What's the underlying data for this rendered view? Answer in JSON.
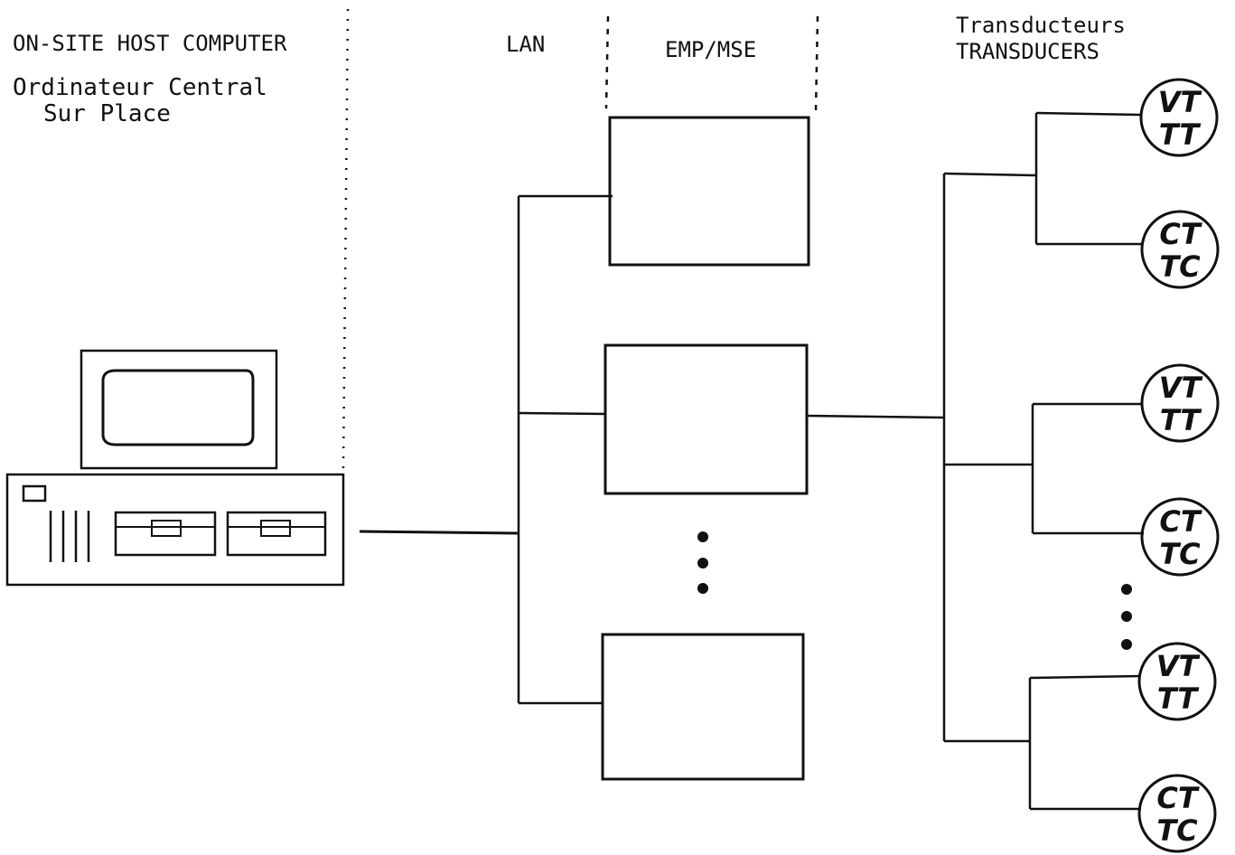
{
  "labels": {
    "host_en": "ON-SITE HOST COMPUTER",
    "host_fr_line1": "Ordinateur Central",
    "host_fr_line2": "Sur Place",
    "lan": "LAN",
    "emp": "EMP/MSE",
    "transducers_fr": "Transducteurs",
    "transducers_en": "TRANSDUCERS"
  },
  "transducers": [
    {
      "top": "VT",
      "bottom": "TT"
    },
    {
      "top": "CT",
      "bottom": "TC"
    },
    {
      "top": "VT",
      "bottom": "TT"
    },
    {
      "top": "CT",
      "bottom": "TC"
    },
    {
      "top": "VT",
      "bottom": "TT"
    },
    {
      "top": "CT",
      "bottom": "TC"
    }
  ]
}
